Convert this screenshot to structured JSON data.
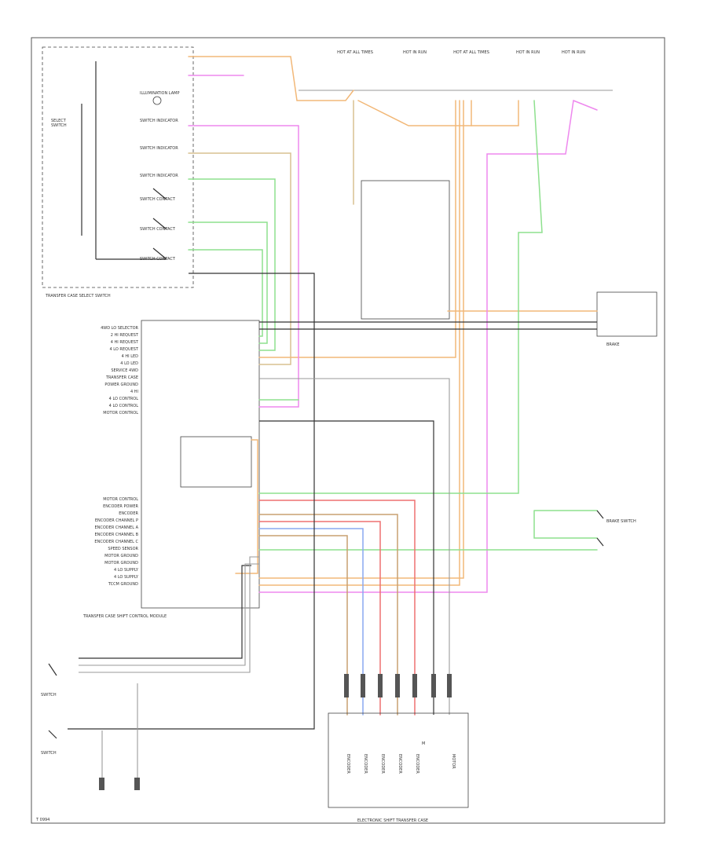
{
  "modules": {
    "transfer_case_select_switch": "TRANSFER CASE SELECT SWITCH",
    "control_module": "TRANSFER CASE SHIFT CONTROL MODULE",
    "electronic_shift_transfer_case": "ELECTRONIC SHIFT TRANSFER CASE",
    "brake_switch": "BRAKE SWITCH"
  },
  "selector_rows": [
    {
      "label": "ILLUMINATION LAMP"
    },
    {
      "label": "SWITCH INDICATOR"
    },
    {
      "label": "SWITCH INDICATOR"
    },
    {
      "label": "SWITCH INDICATOR"
    },
    {
      "label": "SWITCH CONTACT"
    },
    {
      "label": "SWITCH CONTACT"
    },
    {
      "label": "SWITCH CONTACT"
    }
  ],
  "module_pins_upper": [
    "4WD LO SELECTOR",
    "2 HI REQUEST",
    "4 HI REQUEST",
    "4 LO REQUEST",
    "4 HI LED",
    "4 LO LED",
    "SERVICE 4WD",
    "TRANSFER CASE",
    "POWER GROUND",
    "4 HI",
    "4 LO CONTROL",
    "4 LO CONTROL",
    "MOTOR CONTROL"
  ],
  "module_pins_lower": [
    "MOTOR CONTROL",
    "ENCODER POWER",
    "ENCODER",
    "ENCODER CHANNEL P",
    "ENCODER CHANNEL A",
    "ENCODER CHANNEL B",
    "ENCODER CHANNEL C",
    "SPEED SENSOR",
    "MOTOR GROUND",
    "MOTOR GROUND",
    "4 LO SUPPLY",
    "4 LO SUPPLY",
    "TCCM GROUND"
  ],
  "fuse_labels": [
    "HOT AT ALL TIMES",
    "HOT IN RUN",
    "HOT AT ALL TIMES",
    "HOT IN RUN",
    "HOT IN RUN"
  ],
  "transfer_case_terms": [
    "ENCODER",
    "ENCODER",
    "ENCODER",
    "ENCODER",
    "ENCODER",
    "M",
    "MOTOR"
  ],
  "footer_code": "T 0994",
  "colors": {
    "orange": "#f2b878",
    "tan": "#d8c090",
    "pink": "#ee88ee",
    "green": "#8ee08e",
    "red": "#ee7070",
    "blue": "#8aa8f0",
    "brown": "#c8a070",
    "purple": "#c878e8",
    "black": "#333333",
    "gray": "#9a9a9a"
  }
}
